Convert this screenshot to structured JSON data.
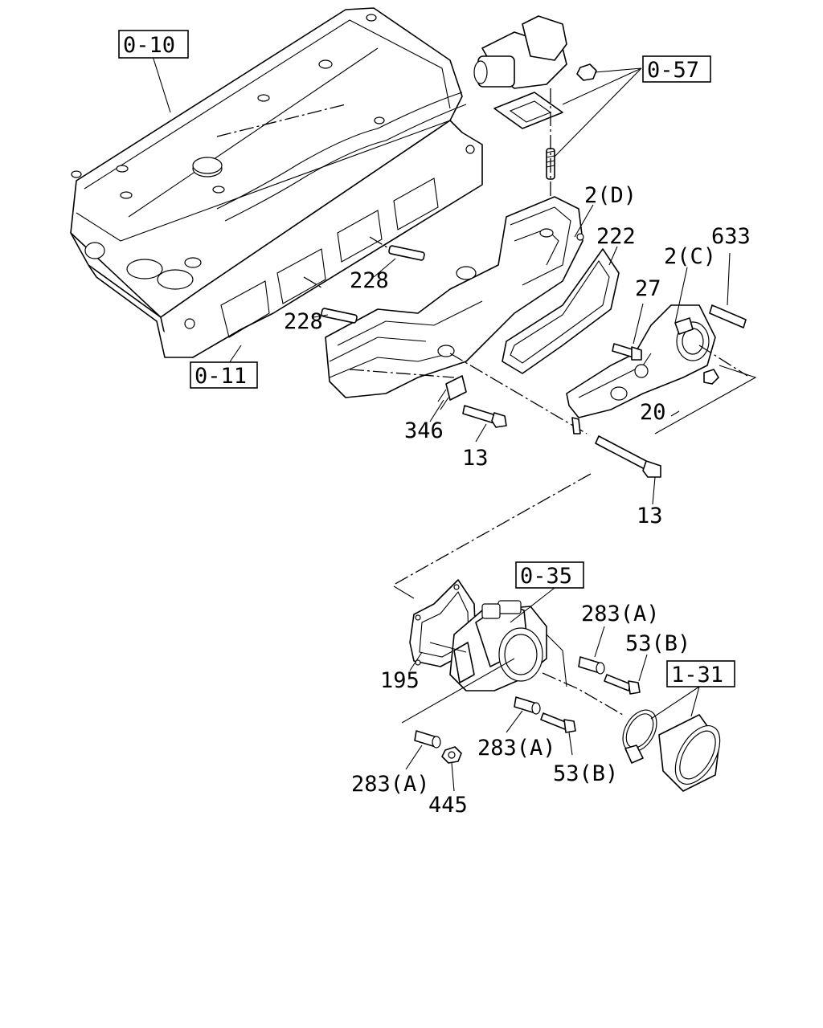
{
  "references": {
    "ref_0_10": "0-10",
    "ref_0_57": "0-57",
    "ref_0_11": "0-11",
    "ref_0_35": "0-35",
    "ref_1_31": "1-31"
  },
  "callouts": {
    "c_2d": "2(D)",
    "c_222": "222",
    "c_633": "633",
    "c_2c": "2(C)",
    "c_27": "27",
    "c_228_a": "228",
    "c_228_b": "228",
    "c_20": "20",
    "c_346": "346",
    "c_13_a": "13",
    "c_13_b": "13",
    "c_283a_top": "283(A)",
    "c_53b_top": "53(B)",
    "c_195": "195",
    "c_283a_mid": "283(A)",
    "c_53b_mid": "53(B)",
    "c_283a_low": "283(A)",
    "c_445": "445"
  }
}
